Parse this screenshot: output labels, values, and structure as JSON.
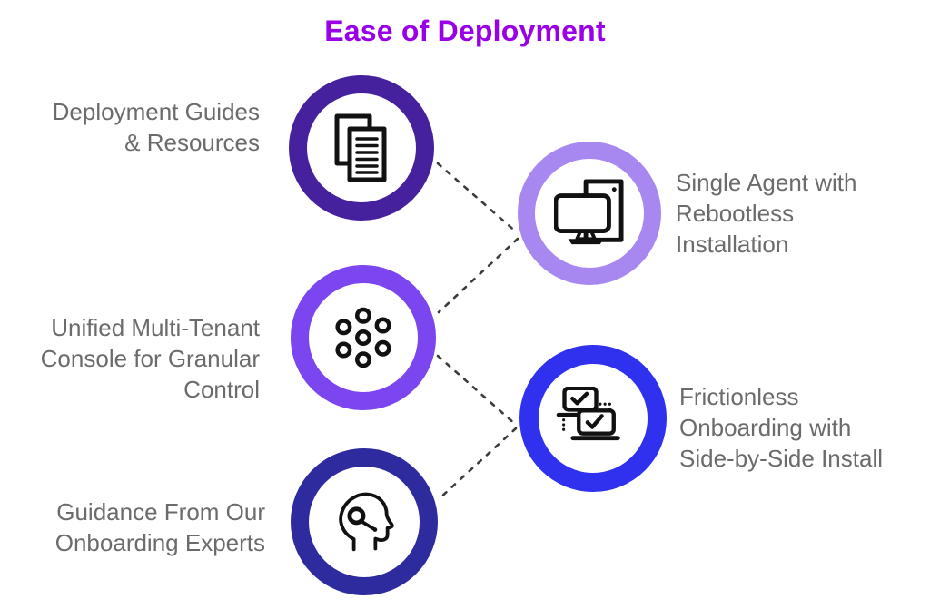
{
  "title": {
    "label": "Ease of Deployment",
    "color": "#9A00E8"
  },
  "colors": {
    "label_text": "#6B6B6B",
    "connector": "#3B3B3B",
    "icon": "#111111",
    "background": "#FFFFFF"
  },
  "nodes": [
    {
      "id": "deployment-guides",
      "label": "Deployment Guides\n& Resources",
      "ring_color": "#45219E",
      "icon": "documents-icon"
    },
    {
      "id": "multi-tenant-console",
      "label": "Unified Multi-Tenant\nConsole for Granular\nControl",
      "ring_color": "#7B45F0",
      "icon": "dots-cluster-icon"
    },
    {
      "id": "onboarding-experts",
      "label": "Guidance From Our\nOnboarding Experts",
      "ring_color": "#2E2B9F",
      "icon": "support-person-icon"
    },
    {
      "id": "single-agent",
      "label": "Single Agent with\nRebootless\nInstallation",
      "ring_color": "#A788F1",
      "icon": "computer-devices-icon"
    },
    {
      "id": "frictionless-onboarding",
      "label": "Frictionless\nOnboarding with\nSide-by-Side Install",
      "ring_color": "#3030EF",
      "icon": "laptops-check-icon"
    }
  ],
  "connectors": {
    "style": "dashed",
    "count": 4
  }
}
